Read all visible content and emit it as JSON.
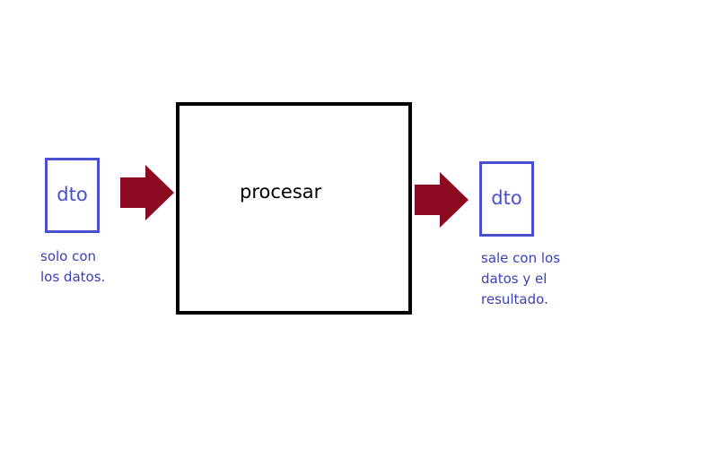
{
  "diagram": {
    "input": {
      "label": "dto",
      "note_line1": "solo con",
      "note_line2": "los datos."
    },
    "process": {
      "label": "procesar"
    },
    "output": {
      "label": "dto",
      "note_line1": "sale con los",
      "note_line2": "datos y el",
      "note_line3": "resultado."
    },
    "colors": {
      "dto_border": "#4a4fcf",
      "note_text": "#3c40b8",
      "arrow_fill": "#8b0a22",
      "process_border": "#000000"
    }
  }
}
